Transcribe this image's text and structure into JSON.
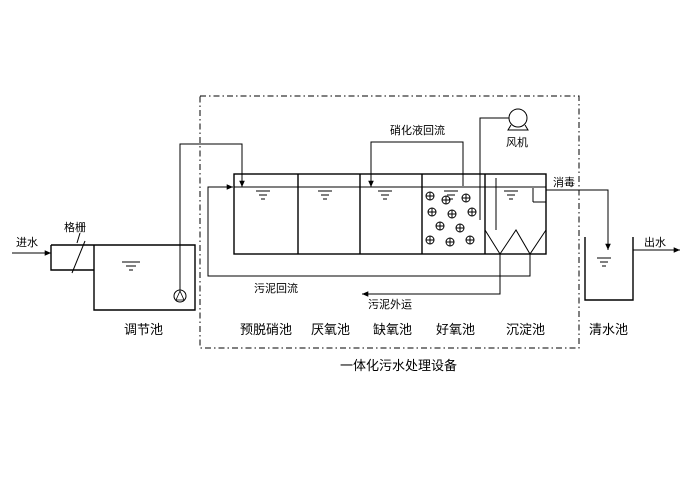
{
  "labels": {
    "inlet": "进水",
    "grille": "格栅",
    "fan": "风机",
    "nitrate_return": "硝化液回流",
    "disinfection": "消毒",
    "outlet": "出水",
    "sludge_return": "污泥回流",
    "sludge_out": "污泥外运",
    "equipment_title": "一体化污水处理设备"
  },
  "tanks": {
    "equalization": "调节池",
    "predenitrification": "预脱硝池",
    "anaerobic": "厌氧池",
    "anoxic": "缺氧池",
    "aerobic": "好氧池",
    "sedimentation": "沉淀池",
    "clear_water": "清水池"
  }
}
